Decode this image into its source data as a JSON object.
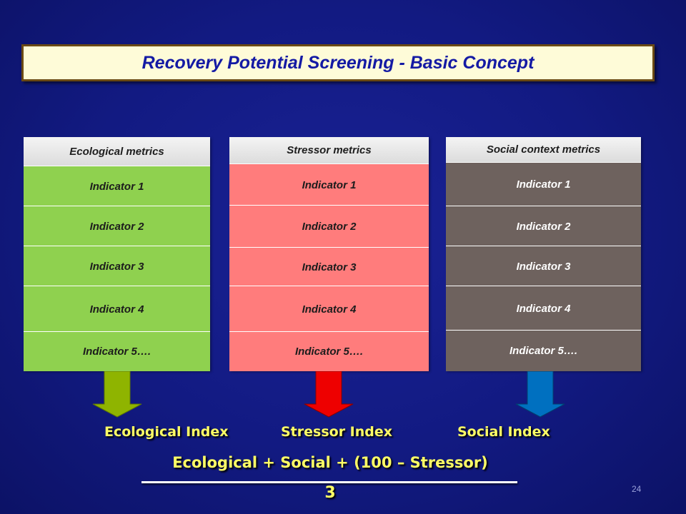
{
  "slide": {
    "title": "Recovery Potential Screening - Basic Concept",
    "page_number": "24"
  },
  "columns": [
    {
      "header": "Ecological metrics",
      "indicators": [
        "Indicator 1",
        "Indicator 2",
        "Indicator 3",
        "Indicator 4",
        "Indicator 5…."
      ],
      "color": "#8fd14f",
      "arrow_color": "#8fb400",
      "index_label": "Ecological Index"
    },
    {
      "header": "Stressor metrics",
      "indicators": [
        "Indicator 1",
        "Indicator 2",
        "Indicator 3",
        "Indicator 4",
        "Indicator 5…."
      ],
      "color": "#ff7c7c",
      "arrow_color": "#ee0000",
      "index_label": "Stressor Index"
    },
    {
      "header": "Social context metrics",
      "indicators": [
        "Indicator 1",
        "Indicator 2",
        "Indicator 3",
        "Indicator 4",
        "Indicator 5…."
      ],
      "color": "#6e625e",
      "arrow_color": "#0070c0",
      "index_label": "Social Index"
    }
  ],
  "formula": {
    "numerator": "Ecological + Social + (100 – Stressor)",
    "denominator": "3"
  },
  "colors": {
    "background": "#121a82",
    "title_fill": "#fefbd8",
    "title_border": "#6b4a14",
    "title_text": "#141aa4",
    "index_text": "#ffff66"
  }
}
